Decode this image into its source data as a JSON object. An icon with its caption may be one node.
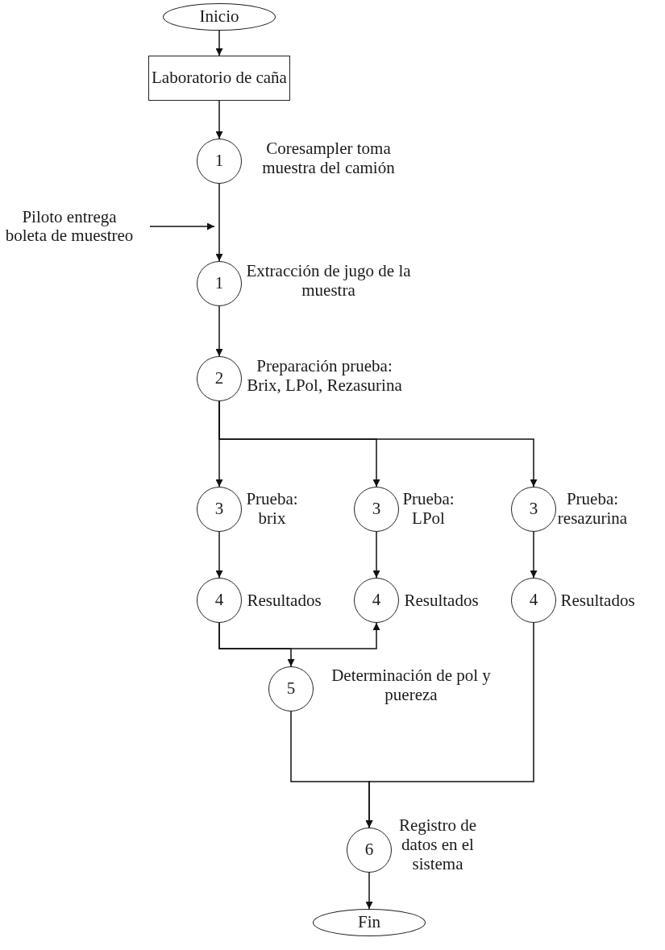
{
  "diagram": {
    "nodes": [
      {
        "text": [
          "Inicio"
        ]
      },
      {
        "text": [
          "Laboratorio de caña"
        ]
      },
      {
        "text": [
          "1"
        ],
        "beside": [
          "Coresampler toma muestra del camión"
        ]
      },
      {
        "text": [
          "Piloto entrega boleta de muestreo"
        ]
      },
      {
        "text": [
          "1"
        ],
        "beside": [
          "Extracción de jugo de la muestra"
        ]
      },
      {
        "text": [
          "2"
        ],
        "beside": [
          "Preparación prueba: Brix, LPol, Rezasurina"
        ]
      },
      {
        "text": [
          "3"
        ],
        "beside": [
          "Prueba: brix"
        ]
      },
      {
        "text": [
          "3"
        ],
        "beside": [
          "Prueba: LPol"
        ]
      },
      {
        "text": [
          "3"
        ],
        "beside": [
          "Prueba: resazurina"
        ]
      },
      {
        "text": [
          "4"
        ],
        "beside": [
          "Resultados"
        ]
      },
      {
        "text": [
          "4"
        ],
        "beside": [
          "Resultados"
        ]
      },
      {
        "text": [
          "4"
        ],
        "beside": [
          "Resultados"
        ]
      },
      {
        "text": [
          "5"
        ],
        "beside": [
          "Determinación de pol y puereza"
        ]
      },
      {
        "text": [
          "6"
        ],
        "beside": [
          "Registro de datos en el sistema"
        ]
      },
      {
        "text": [
          "Fin"
        ]
      }
    ],
    "edges": [
      {
        "from": 0,
        "to": 1,
        "arrow": "to"
      },
      {
        "from": 1,
        "to": 2,
        "arrow": "to"
      },
      {
        "from": 2,
        "to": 4,
        "arrow": "to"
      },
      {
        "from": 3,
        "to": null,
        "arrow": "to"
      },
      {
        "from": 4,
        "to": 5,
        "arrow": "to"
      },
      {
        "from": 5,
        "to": 6,
        "arrow": "to"
      },
      {
        "from": 5,
        "to": 7,
        "arrow": "to"
      },
      {
        "from": 5,
        "to": 8,
        "arrow": "to"
      },
      {
        "from": 6,
        "to": 9,
        "arrow": "to"
      },
      {
        "from": 7,
        "to": 10,
        "arrow": "to"
      },
      {
        "from": 8,
        "to": 11,
        "arrow": "to"
      },
      {
        "from": 9,
        "to": 10,
        "arrow": "to"
      },
      {
        "from": 9,
        "to": 12,
        "arrow": "to"
      },
      {
        "from": 12,
        "to": 13,
        "arrow": "to"
      },
      {
        "from": 11,
        "to": 13,
        "arrow": "to"
      },
      {
        "from": 13,
        "to": 14,
        "arrow": "to"
      }
    ]
  }
}
